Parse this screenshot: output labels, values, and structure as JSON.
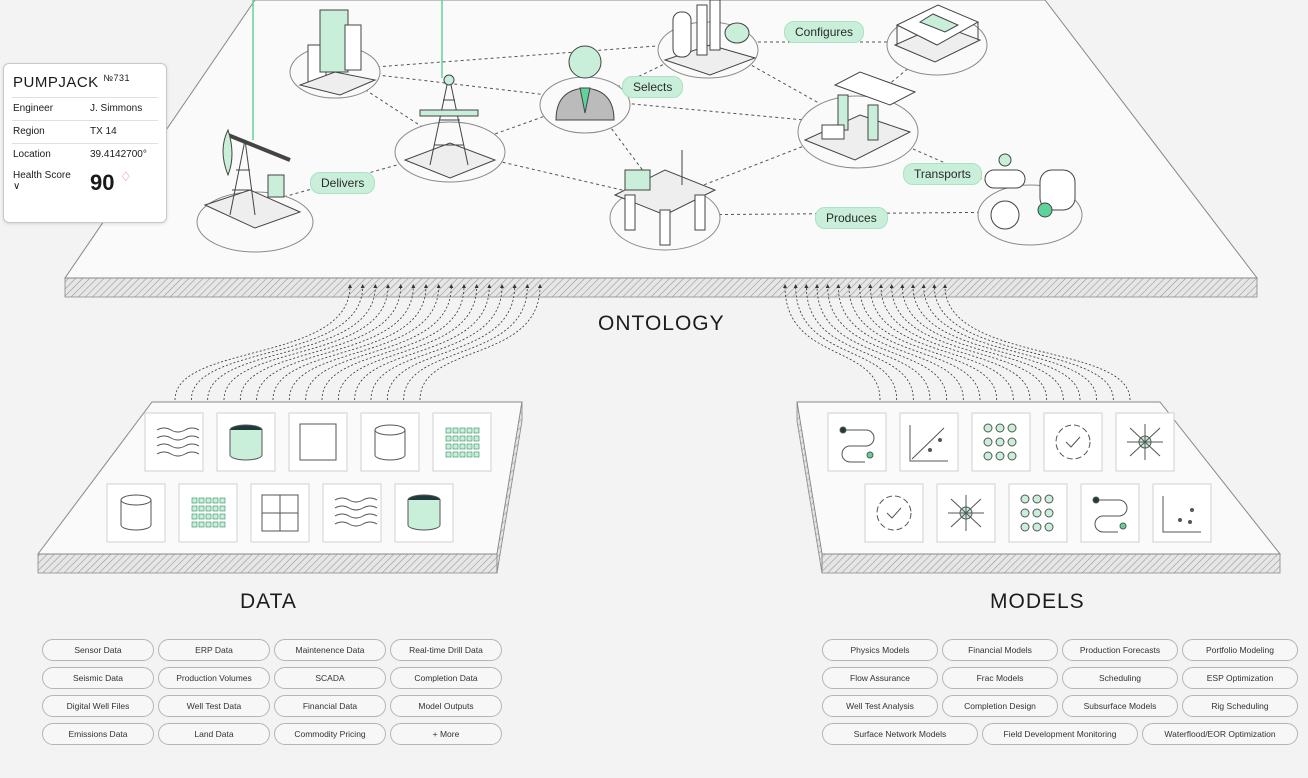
{
  "ontology_title": "ONTOLOGY",
  "data_title": "DATA",
  "models_title": "MODELS",
  "relations": [
    "Configures",
    "Selects",
    "Delivers",
    "Transports",
    "Produces"
  ],
  "card": {
    "title": "PUMPJACK",
    "number": "№731",
    "rows": [
      {
        "key": "Engineer",
        "value": "J. Simmons"
      },
      {
        "key": "Region",
        "value": "TX 14"
      },
      {
        "key": "Location",
        "value": "39.4142700°"
      }
    ],
    "health_label": "Health Score ∨",
    "health_value": "90",
    "health_icon": "diamond-outline-icon"
  },
  "data_sources": [
    "Sensor Data",
    "ERP Data",
    "Maintenence Data",
    "Real-time Drill Data",
    "Seismic Data",
    "Production Volumes",
    "SCADA",
    "Completion Data",
    "Digital Well Files",
    "Well Test Data",
    "Financial Data",
    "Model Outputs",
    "Emissions Data",
    "Land Data",
    "Commodity Pricing",
    "+    More"
  ],
  "models": [
    "Physics Models",
    "Financial Models",
    "Production Forecasts",
    "Portfolio Modeling",
    "Flow Assurance",
    "Frac Models",
    "Scheduling",
    "ESP Optimization",
    "Well Test Analysis",
    "Completion Design",
    "Subsurface Models",
    "Rig Scheduling",
    "Surface Network Models",
    "Field Development Monitoring",
    "Waterflood/EOR Optimization"
  ],
  "colors": {
    "accent": "#c9efda",
    "accent_dark": "#2d8a5a",
    "line": "#555555",
    "platform": "#fafafa"
  }
}
